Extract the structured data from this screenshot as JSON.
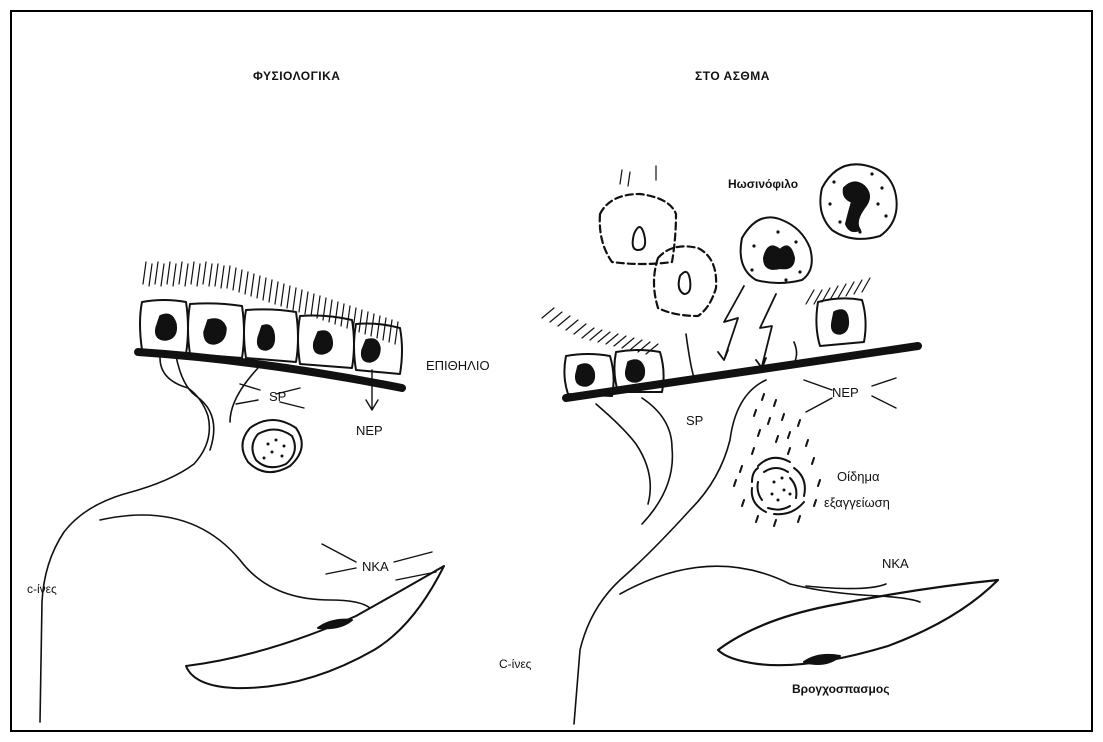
{
  "panels": {
    "left_title": "ΦΥΣΙΟΛΟΓΙΚΑ",
    "right_title": "ΣΤΟ ΑΣΘΜΑ"
  },
  "labels": {
    "epithelium": "ΕΠΙΘΗΛΙΟ",
    "sp_left": "SP",
    "nep_left": "NEP",
    "nka_left": "NKA",
    "c_fibers_left": "c-ίνες",
    "eosinophil": "Ηωσινόφιλο",
    "nep_right": "NEP",
    "sp_right": "SP",
    "edema_line1": "Οίδημα",
    "edema_line2": "εξαγγείωση",
    "nka_right": "NKA",
    "c_fibers_right": "C-ίνες",
    "bronchospasm": "Βρογχοσπασμος"
  },
  "colors": {
    "ink": "#111111",
    "background": "#ffffff"
  }
}
